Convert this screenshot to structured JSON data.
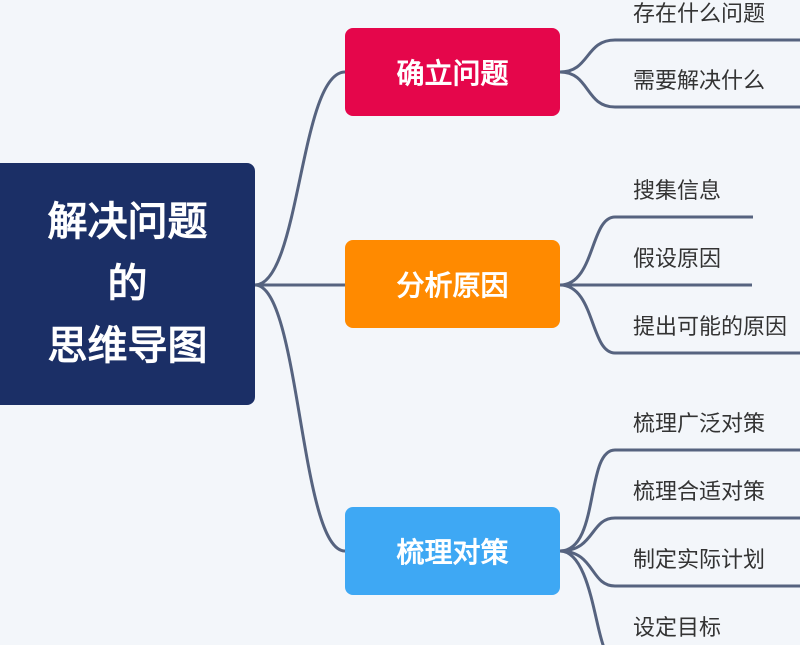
{
  "root": {
    "lines": [
      "解决问题",
      "的",
      "思维导图"
    ],
    "color": "#1b2f66"
  },
  "branches": [
    {
      "label": "确立问题",
      "color": "#e5064b",
      "children": [
        "存在什么问题",
        "需要解决什么"
      ]
    },
    {
      "label": "分析原因",
      "color": "#ff8a00",
      "children": [
        "搜集信息",
        "假设原因",
        "提出可能的原因"
      ]
    },
    {
      "label": "梳理对策",
      "color": "#3ea8f4",
      "children": [
        "梳理广泛对策",
        "梳理合适对策",
        "制定实际计划",
        "设定目标"
      ]
    }
  ],
  "line_color": "#56637f"
}
